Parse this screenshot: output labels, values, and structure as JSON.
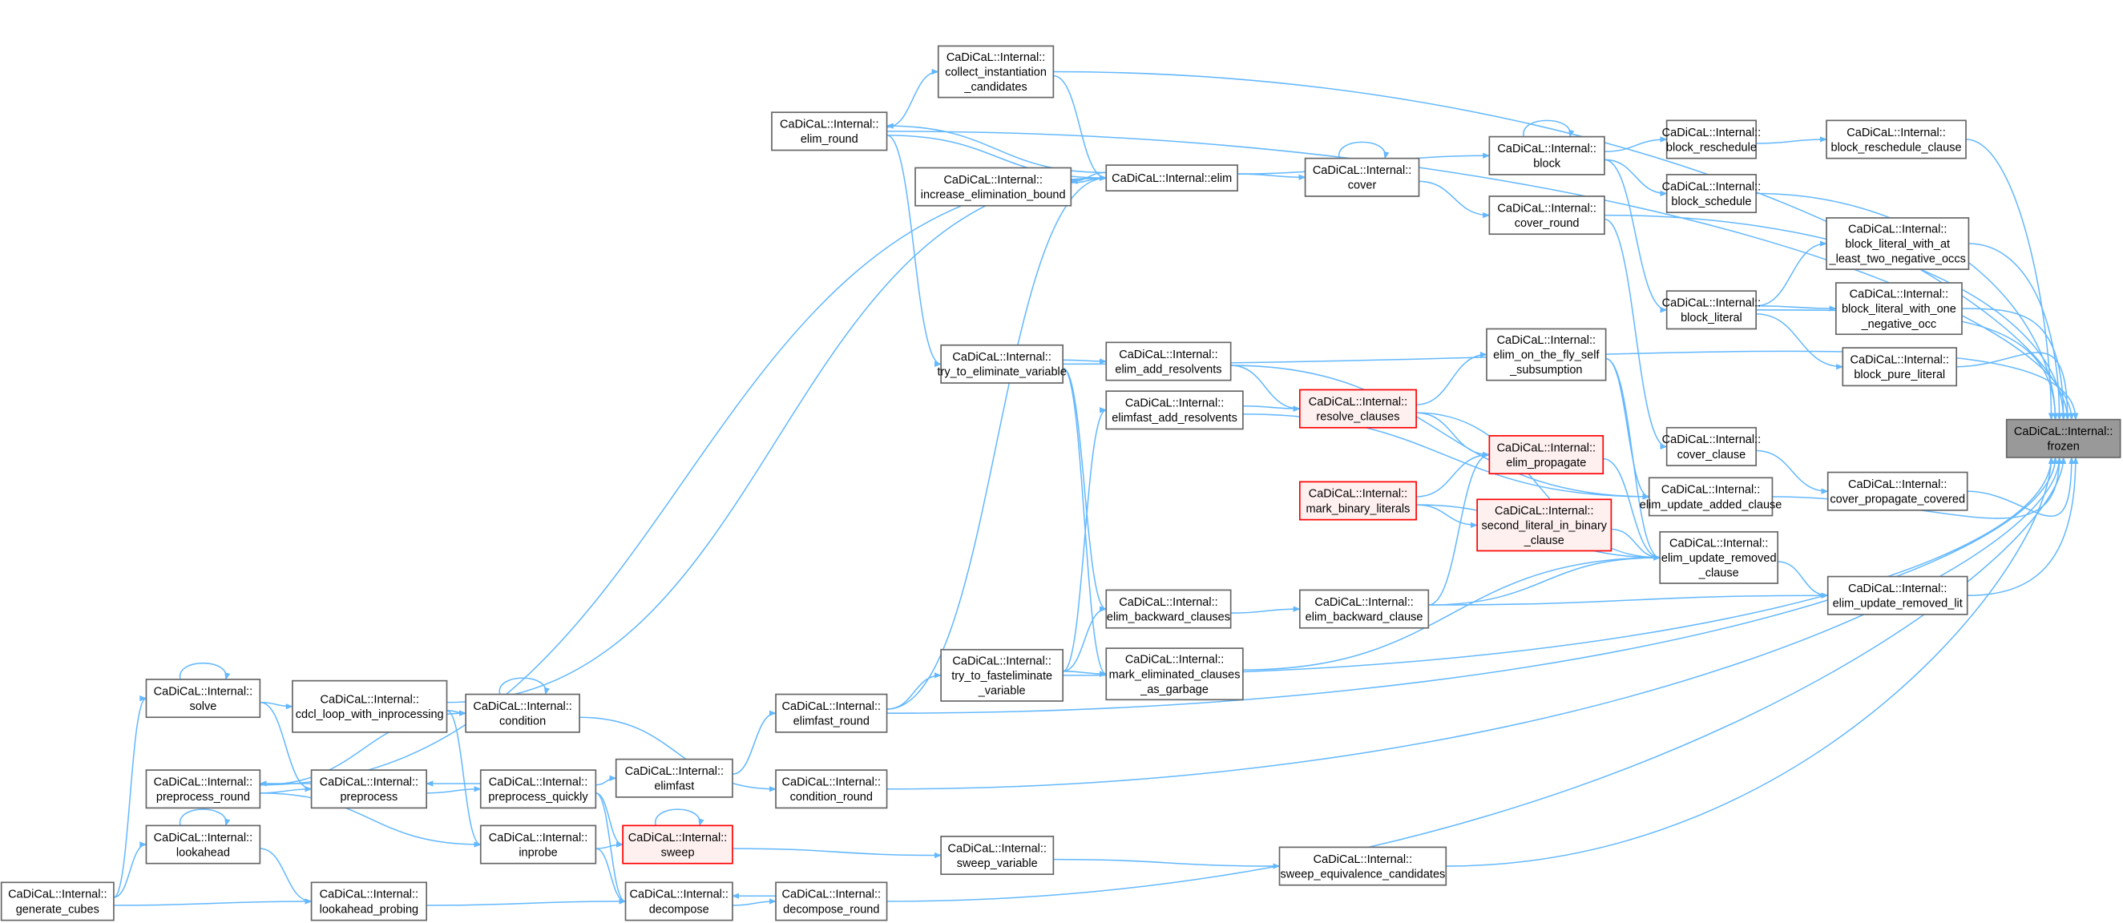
{
  "graph": {
    "type": "caller-graph",
    "root": "frozen",
    "nodes": [
      {
        "id": "frozen",
        "lines": [
          "CaDiCaL::Internal::",
          "frozen"
        ],
        "root": true
      },
      {
        "id": "brc",
        "lines": [
          "CaDiCaL::Internal::",
          "block_reschedule_clause"
        ]
      },
      {
        "id": "bres",
        "lines": [
          "CaDiCaL::Internal::",
          "block_reschedule"
        ]
      },
      {
        "id": "bsch",
        "lines": [
          "CaDiCaL::Internal::",
          "block_schedule"
        ]
      },
      {
        "id": "bl2",
        "lines": [
          "CaDiCaL::Internal::",
          "block_literal_with_at",
          "_least_two_negative_occs"
        ]
      },
      {
        "id": "bl1",
        "lines": [
          "CaDiCaL::Internal::",
          "block_literal_with_one",
          "_negative_occ"
        ]
      },
      {
        "id": "bpl",
        "lines": [
          "CaDiCaL::Internal::",
          "block_pure_literal"
        ]
      },
      {
        "id": "cpc",
        "lines": [
          "CaDiCaL::Internal::",
          "cover_propagate_covered"
        ]
      },
      {
        "id": "eurl",
        "lines": [
          "CaDiCaL::Internal::",
          "elim_update_removed_lit"
        ]
      },
      {
        "id": "sec",
        "lines": [
          "CaDiCaL::Internal::",
          "sweep_equivalence_candidates"
        ]
      },
      {
        "id": "block",
        "lines": [
          "CaDiCaL::Internal::",
          "block"
        ]
      },
      {
        "id": "blit",
        "lines": [
          "CaDiCaL::Internal::",
          "block_literal"
        ]
      },
      {
        "id": "cclause",
        "lines": [
          "CaDiCaL::Internal::",
          "cover_clause"
        ]
      },
      {
        "id": "euac",
        "lines": [
          "CaDiCaL::Internal::",
          "elim_update_added_clause"
        ]
      },
      {
        "id": "eurc",
        "lines": [
          "CaDiCaL::Internal::",
          "elim_update_removed",
          "_clause"
        ]
      },
      {
        "id": "cround",
        "lines": [
          "CaDiCaL::Internal::",
          "cover_round"
        ]
      },
      {
        "id": "eotf",
        "lines": [
          "CaDiCaL::Internal::",
          "elim_on_the_fly_self",
          "_subsumption"
        ]
      },
      {
        "id": "eprop",
        "lines": [
          "CaDiCaL::Internal::",
          "elim_propagate"
        ],
        "truncated": true
      },
      {
        "id": "slib",
        "lines": [
          "CaDiCaL::Internal::",
          "second_literal_in_binary",
          "_clause"
        ],
        "truncated": true
      },
      {
        "id": "ebc",
        "lines": [
          "CaDiCaL::Internal::",
          "elim_backward_clause"
        ]
      },
      {
        "id": "cover",
        "lines": [
          "CaDiCaL::Internal::",
          "cover"
        ]
      },
      {
        "id": "elim",
        "lines": [
          "CaDiCaL::Internal::elim"
        ]
      },
      {
        "id": "cic",
        "lines": [
          "CaDiCaL::Internal::",
          "collect_instantiation",
          "_candidates"
        ]
      },
      {
        "id": "eround",
        "lines": [
          "CaDiCaL::Internal::",
          "elim_round"
        ]
      },
      {
        "id": "ieb",
        "lines": [
          "CaDiCaL::Internal::",
          "increase_elimination_bound"
        ]
      },
      {
        "id": "ear",
        "lines": [
          "CaDiCaL::Internal::",
          "elim_add_resolvents"
        ]
      },
      {
        "id": "efar",
        "lines": [
          "CaDiCaL::Internal::",
          "elimfast_add_resolvents"
        ]
      },
      {
        "id": "rc",
        "lines": [
          "CaDiCaL::Internal::",
          "resolve_clauses"
        ],
        "truncated": true
      },
      {
        "id": "mbl",
        "lines": [
          "CaDiCaL::Internal::",
          "mark_binary_literals"
        ],
        "truncated": true
      },
      {
        "id": "ttev",
        "lines": [
          "CaDiCaL::Internal::",
          "try_to_eliminate_variable"
        ]
      },
      {
        "id": "ebcs",
        "lines": [
          "CaDiCaL::Internal::",
          "elim_backward_clauses"
        ]
      },
      {
        "id": "meg",
        "lines": [
          "CaDiCaL::Internal::",
          "mark_eliminated_clauses",
          "_as_garbage"
        ]
      },
      {
        "id": "ttfev",
        "lines": [
          "CaDiCaL::Internal::",
          "try_to_fasteliminate",
          "_variable"
        ]
      },
      {
        "id": "efround",
        "lines": [
          "CaDiCaL::Internal::",
          "elimfast_round"
        ]
      },
      {
        "id": "elimfast",
        "lines": [
          "CaDiCaL::Internal::",
          "elimfast"
        ]
      },
      {
        "id": "condround",
        "lines": [
          "CaDiCaL::Internal::",
          "condition_round"
        ]
      },
      {
        "id": "sweep",
        "lines": [
          "CaDiCaL::Internal::",
          "sweep"
        ],
        "truncated": true
      },
      {
        "id": "svar",
        "lines": [
          "CaDiCaL::Internal::",
          "sweep_variable"
        ]
      },
      {
        "id": "dround",
        "lines": [
          "CaDiCaL::Internal::",
          "decompose_round"
        ]
      },
      {
        "id": "decomp",
        "lines": [
          "CaDiCaL::Internal::",
          "decompose"
        ]
      },
      {
        "id": "pq",
        "lines": [
          "CaDiCaL::Internal::",
          "preprocess_quickly"
        ]
      },
      {
        "id": "inprobe",
        "lines": [
          "CaDiCaL::Internal::",
          "inprobe"
        ]
      },
      {
        "id": "lprob",
        "lines": [
          "CaDiCaL::Internal::",
          "lookahead_probing"
        ]
      },
      {
        "id": "cdcl",
        "lines": [
          "CaDiCaL::Internal::",
          "cdcl_loop_with_inprocessing"
        ]
      },
      {
        "id": "cond",
        "lines": [
          "CaDiCaL::Internal::",
          "condition"
        ]
      },
      {
        "id": "prep",
        "lines": [
          "CaDiCaL::Internal::",
          "preprocess"
        ]
      },
      {
        "id": "solve",
        "lines": [
          "CaDiCaL::Internal::",
          "solve"
        ]
      },
      {
        "id": "pround",
        "lines": [
          "CaDiCaL::Internal::",
          "preprocess_round"
        ]
      },
      {
        "id": "look",
        "lines": [
          "CaDiCaL::Internal::",
          "lookahead"
        ]
      },
      {
        "id": "gc",
        "lines": [
          "CaDiCaL::Internal::",
          "generate_cubes"
        ]
      }
    ],
    "edges": [
      [
        "brc",
        "frozen"
      ],
      [
        "bres",
        "brc"
      ],
      [
        "bsch",
        "frozen"
      ],
      [
        "bl2",
        "frozen"
      ],
      [
        "bl1",
        "frozen"
      ],
      [
        "bpl",
        "frozen"
      ],
      [
        "cpc",
        "frozen"
      ],
      [
        "eurl",
        "frozen"
      ],
      [
        "sec",
        "frozen"
      ],
      [
        "block",
        "block"
      ],
      [
        "block",
        "bres"
      ],
      [
        "block",
        "bsch"
      ],
      [
        "block",
        "blit"
      ],
      [
        "blit",
        "bl2"
      ],
      [
        "blit",
        "bl1"
      ],
      [
        "blit",
        "bpl"
      ],
      [
        "blit",
        "frozen"
      ],
      [
        "cclause",
        "cpc"
      ],
      [
        "euac",
        "frozen"
      ],
      [
        "eurc",
        "eurl"
      ],
      [
        "cround",
        "cclause"
      ],
      [
        "cround",
        "frozen"
      ],
      [
        "cover",
        "cover"
      ],
      [
        "cover",
        "cround"
      ],
      [
        "eotf",
        "euac"
      ],
      [
        "eotf",
        "eurc"
      ],
      [
        "eprop",
        "eurc"
      ],
      [
        "slib",
        "eurc"
      ],
      [
        "ebc",
        "eurl"
      ],
      [
        "ebc",
        "eprop"
      ],
      [
        "ebc",
        "eurc"
      ],
      [
        "elim",
        "eround"
      ],
      [
        "eround",
        "elim"
      ],
      [
        "elim",
        "ieb"
      ],
      [
        "ieb",
        "elim"
      ],
      [
        "elim",
        "cover"
      ],
      [
        "elim",
        "block"
      ],
      [
        "cic",
        "elim"
      ],
      [
        "cic",
        "frozen"
      ],
      [
        "eround",
        "cic"
      ],
      [
        "eround",
        "frozen"
      ],
      [
        "eround",
        "ttev"
      ],
      [
        "ttev",
        "ear"
      ],
      [
        "ttev",
        "ebcs"
      ],
      [
        "ttev",
        "meg"
      ],
      [
        "ttev",
        "frozen"
      ],
      [
        "ear",
        "rc"
      ],
      [
        "ear",
        "euac"
      ],
      [
        "efar",
        "rc"
      ],
      [
        "efar",
        "euac"
      ],
      [
        "rc",
        "eotf"
      ],
      [
        "rc",
        "eprop"
      ],
      [
        "rc",
        "eurc"
      ],
      [
        "mbl",
        "eprop"
      ],
      [
        "mbl",
        "slib"
      ],
      [
        "mbl",
        "eurc"
      ],
      [
        "ebcs",
        "ebc"
      ],
      [
        "meg",
        "eurc"
      ],
      [
        "ttfev",
        "ebcs"
      ],
      [
        "ttfev",
        "meg"
      ],
      [
        "ttfev",
        "efar"
      ],
      [
        "ttfev",
        "frozen"
      ],
      [
        "efround",
        "ttfev"
      ],
      [
        "efround",
        "frozen"
      ],
      [
        "efround",
        "elim"
      ],
      [
        "elimfast",
        "efround"
      ],
      [
        "cond",
        "cond"
      ],
      [
        "cond",
        "condround"
      ],
      [
        "condround",
        "frozen"
      ],
      [
        "sweep",
        "sweep"
      ],
      [
        "sweep",
        "svar"
      ],
      [
        "svar",
        "sec"
      ],
      [
        "decomp",
        "dround"
      ],
      [
        "dround",
        "decomp"
      ],
      [
        "dround",
        "frozen"
      ],
      [
        "pq",
        "prep"
      ],
      [
        "pq",
        "elimfast"
      ],
      [
        "pq",
        "sweep"
      ],
      [
        "pq",
        "decomp"
      ],
      [
        "inprobe",
        "sweep"
      ],
      [
        "inprobe",
        "decomp"
      ],
      [
        "cdcl",
        "cond"
      ],
      [
        "cdcl",
        "inprobe"
      ],
      [
        "cdcl",
        "elim"
      ],
      [
        "solve",
        "solve"
      ],
      [
        "solve",
        "cdcl"
      ],
      [
        "solve",
        "prep"
      ],
      [
        "pround",
        "cond"
      ],
      [
        "pround",
        "elim"
      ],
      [
        "pround",
        "inprobe"
      ],
      [
        "pround",
        "prep"
      ],
      [
        "prep",
        "pround"
      ],
      [
        "prep",
        "pq"
      ],
      [
        "gc",
        "solve"
      ],
      [
        "gc",
        "look"
      ],
      [
        "gc",
        "lprob"
      ],
      [
        "look",
        "look"
      ],
      [
        "look",
        "lprob"
      ],
      [
        "lprob",
        "decomp"
      ]
    ],
    "colors": {
      "edge": "#63b8ff",
      "root_fill": "#999999",
      "truncated_border": "#ff0000",
      "truncated_fill": "#fff0f0"
    }
  }
}
